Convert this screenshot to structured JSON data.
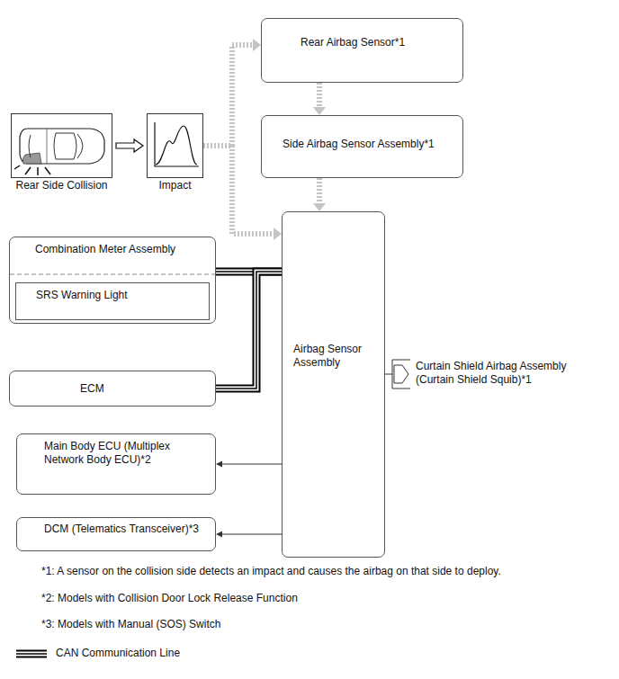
{
  "diagram": {
    "nodes": [
      {
        "text": [
          "Rear Airbag Sensor*1"
        ]
      },
      {
        "text": [
          "Side Airbag Sensor Assembly*1"
        ]
      },
      {
        "text": [
          "Rear Side Collision"
        ]
      },
      {
        "text": [
          "Impact"
        ]
      },
      {
        "text": [
          "Combination Meter Assembly"
        ]
      },
      {
        "text": [
          "SRS Warning Light"
        ],
        "in": 4
      },
      {
        "text": [
          "Airbag Sensor Assembly"
        ]
      },
      {
        "text": [
          "ECM"
        ]
      },
      {
        "text": [
          "Curtain Shield Airbag Assembly (Curtain Shield Squib)*1"
        ]
      },
      {
        "text": [
          "Main Body ECU (Multiplex Network Body ECU)*2"
        ]
      },
      {
        "text": [
          "DCM (Telematics Transceiver)*3"
        ]
      }
    ],
    "edges": [
      {
        "from": 0,
        "to": 1,
        "arrow": "to"
      },
      {
        "from": 1,
        "to": 6,
        "arrow": "to"
      },
      {
        "from": 2,
        "to": 3,
        "arrow": "to"
      },
      {
        "from": 3,
        "to": 0,
        "arrow": "to"
      },
      {
        "from": 3,
        "to": 6,
        "arrow": "to"
      },
      {
        "from": 4,
        "to": 6,
        "arrow": "none"
      },
      {
        "from": 7,
        "to": 6,
        "arrow": "none"
      },
      {
        "from": 6,
        "to": 8,
        "arrow": "none"
      },
      {
        "from": 6,
        "to": 9,
        "arrow": "to"
      },
      {
        "from": 6,
        "to": 10,
        "arrow": "to"
      }
    ],
    "labels": [
      "*1: A sensor on the collision side detects an impact and causes the airbag on that side to deploy.",
      "*2: Models with Collision Door Lock Release Function",
      "*3: Models with Manual (SOS) Switch"
    ],
    "legend": [
      {
        "text": "CAN Communication Line"
      }
    ]
  }
}
